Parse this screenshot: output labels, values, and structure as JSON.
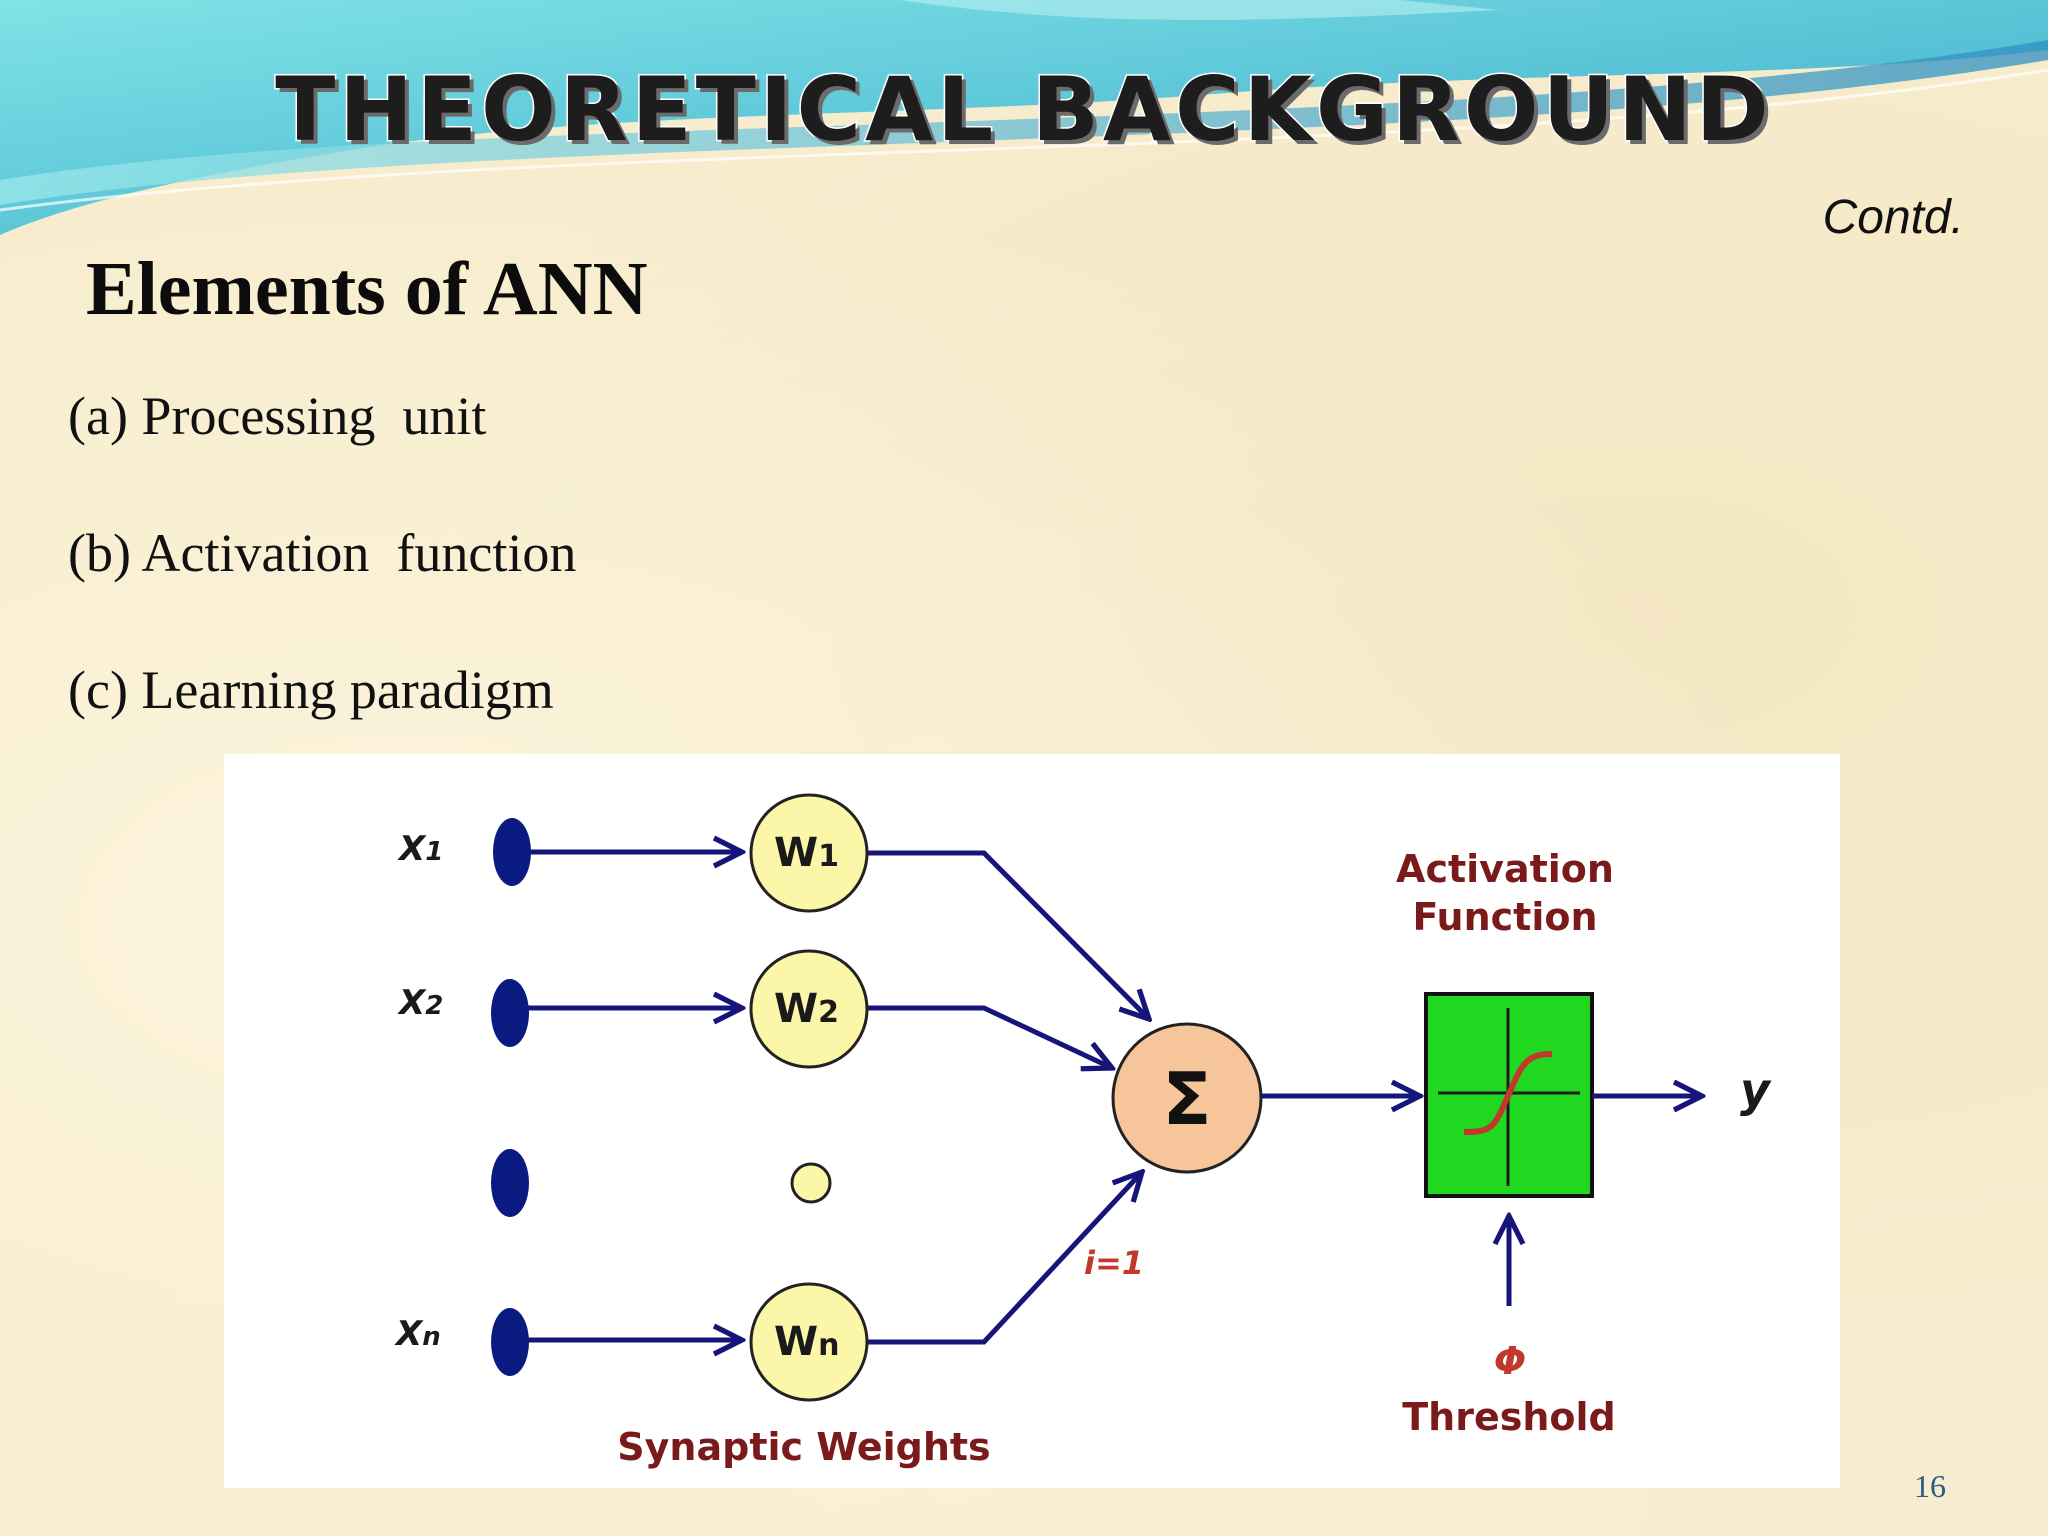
{
  "slide": {
    "title": "THEORETICAL BACKGROUND",
    "contd": "Contd.",
    "heading": "Elements of ANN",
    "items": [
      "(a) Processing  unit",
      "(b) Activation  function",
      "(c) Learning paradigm"
    ],
    "page_number": "16"
  },
  "diagram": {
    "inputs": [
      {
        "var": "X",
        "sub": "1"
      },
      {
        "var": "X",
        "sub": "2"
      },
      {
        "var": "X",
        "sub": "n"
      }
    ],
    "weights": [
      {
        "var": "W",
        "sub": "1"
      },
      {
        "var": "W",
        "sub": "2"
      },
      {
        "var": "W",
        "sub": "n"
      }
    ],
    "summation_symbol": "Σ",
    "sum_index_label": "i=1",
    "activation_label_line1": "Activation",
    "activation_label_line2": "Function",
    "output_label": "y",
    "threshold_symbol": "Φ",
    "threshold_label": "Threshold",
    "synaptic_label": "Synaptic Weights"
  },
  "colors": {
    "arrow": "#15157a",
    "input_node": "#0a1a80",
    "weight_node_fill": "#fbf6a8",
    "sum_node_fill": "#f6c59a",
    "activation_box": "#1fd81f",
    "sigmoid_curve": "#c0392b",
    "label_red": "#c0392b",
    "label_maroon": "#7a1a1a",
    "header_wave": "#4fc0d3"
  },
  "icons": {
    "wave": "header-wave-graphic",
    "sigmoid": "sigmoid-curve-icon"
  }
}
